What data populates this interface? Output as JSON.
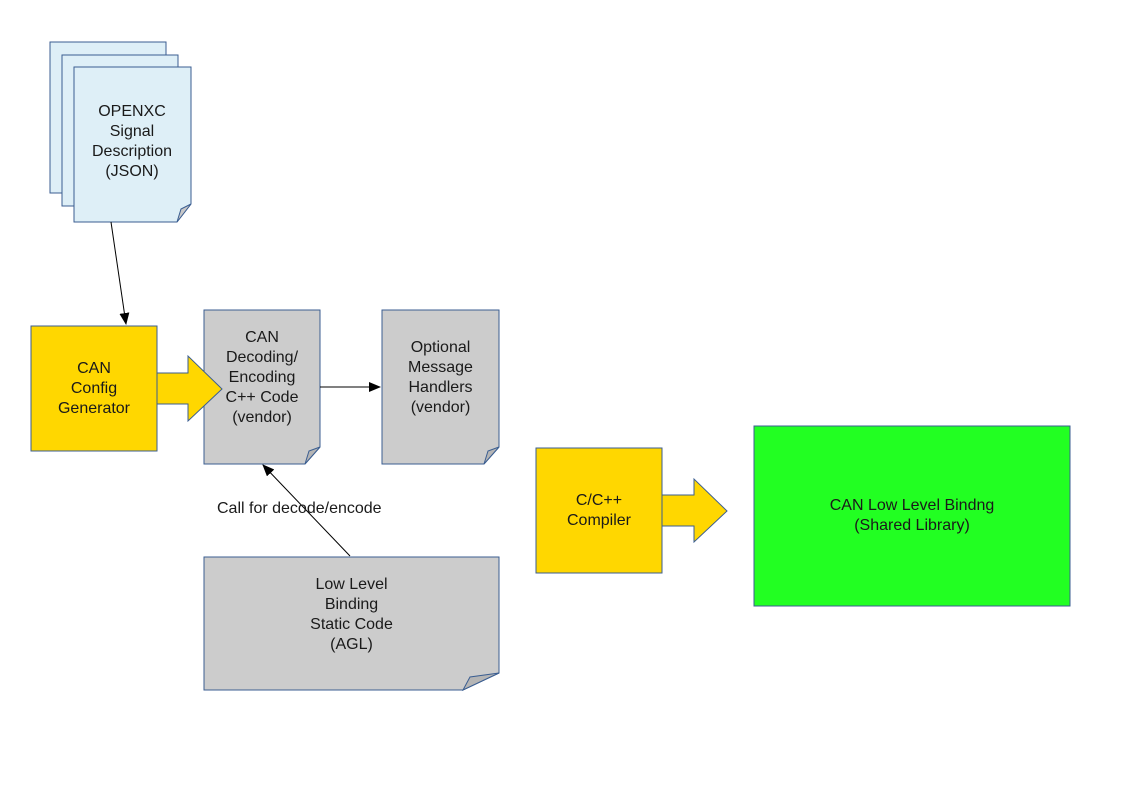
{
  "nodes": {
    "openxc_signal_description": {
      "lines": [
        "OPENXC",
        "Signal",
        "Description",
        "(JSON)"
      ],
      "fill": "#deeff7"
    },
    "can_config_generator": {
      "lines": [
        "CAN",
        "Config",
        "Generator"
      ],
      "fill": "#ffd700"
    },
    "can_decoding_encoding_code": {
      "lines": [
        "CAN",
        "Decoding/",
        "Encoding",
        "C++ Code",
        "(vendor)"
      ],
      "fill": "#cccccc"
    },
    "optional_message_handlers": {
      "lines": [
        "Optional",
        "Message",
        "Handlers",
        "(vendor)"
      ],
      "fill": "#cccccc"
    },
    "low_level_binding_static_code": {
      "lines": [
        "Low Level",
        "Binding",
        "Static Code",
        "(AGL)"
      ],
      "fill": "#cccccc"
    },
    "cc_compiler": {
      "lines": [
        "C/C++",
        "Compiler"
      ],
      "fill": "#ffd700"
    },
    "can_low_level_binding": {
      "lines": [
        "CAN Low Level Bindng",
        "(Shared Library)"
      ],
      "fill": "#22ff22"
    }
  },
  "edges": {
    "call_label": "Call for decode/encode"
  },
  "colors": {
    "stroke": "#3b5e91",
    "arrow": "#000000",
    "fold": "#c8c8c8"
  }
}
